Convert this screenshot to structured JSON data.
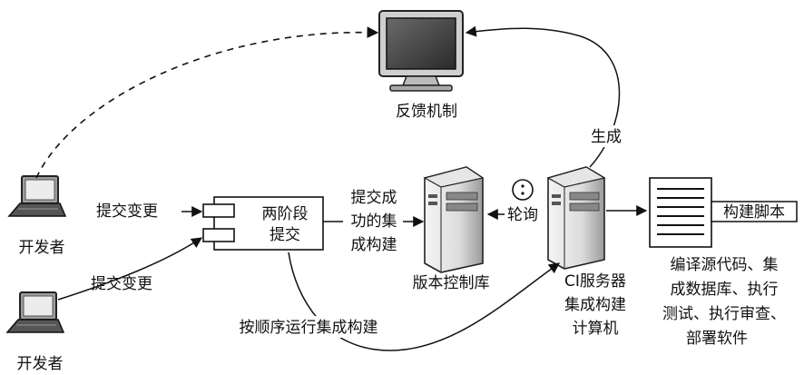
{
  "nodes": {
    "feedback": {
      "label": "反馈机制"
    },
    "developer_top": {
      "label": "开发者"
    },
    "developer_bottom": {
      "label": "开发者"
    },
    "two_phase": {
      "line1": "两阶段",
      "line2": "提交"
    },
    "version_control": {
      "label": "版本控制库"
    },
    "ci_server": {
      "line1": "CI服务器",
      "line2": "集成构建",
      "line3": "计算机"
    },
    "build_script": {
      "label": "构建脚本"
    },
    "tasks": {
      "line1": "编译源代码、集",
      "line2": "成数据库、执行",
      "line3": "测试、执行审查、",
      "line4": "部署软件"
    }
  },
  "edges": {
    "commit_top": "提交变更",
    "commit_bottom": "提交变更",
    "commit_success": {
      "line1": "提交成",
      "line2": "功的集",
      "line3": "成构建"
    },
    "poll": "轮询",
    "generate": "生成",
    "sequential": "按顺序运行集成构建"
  }
}
